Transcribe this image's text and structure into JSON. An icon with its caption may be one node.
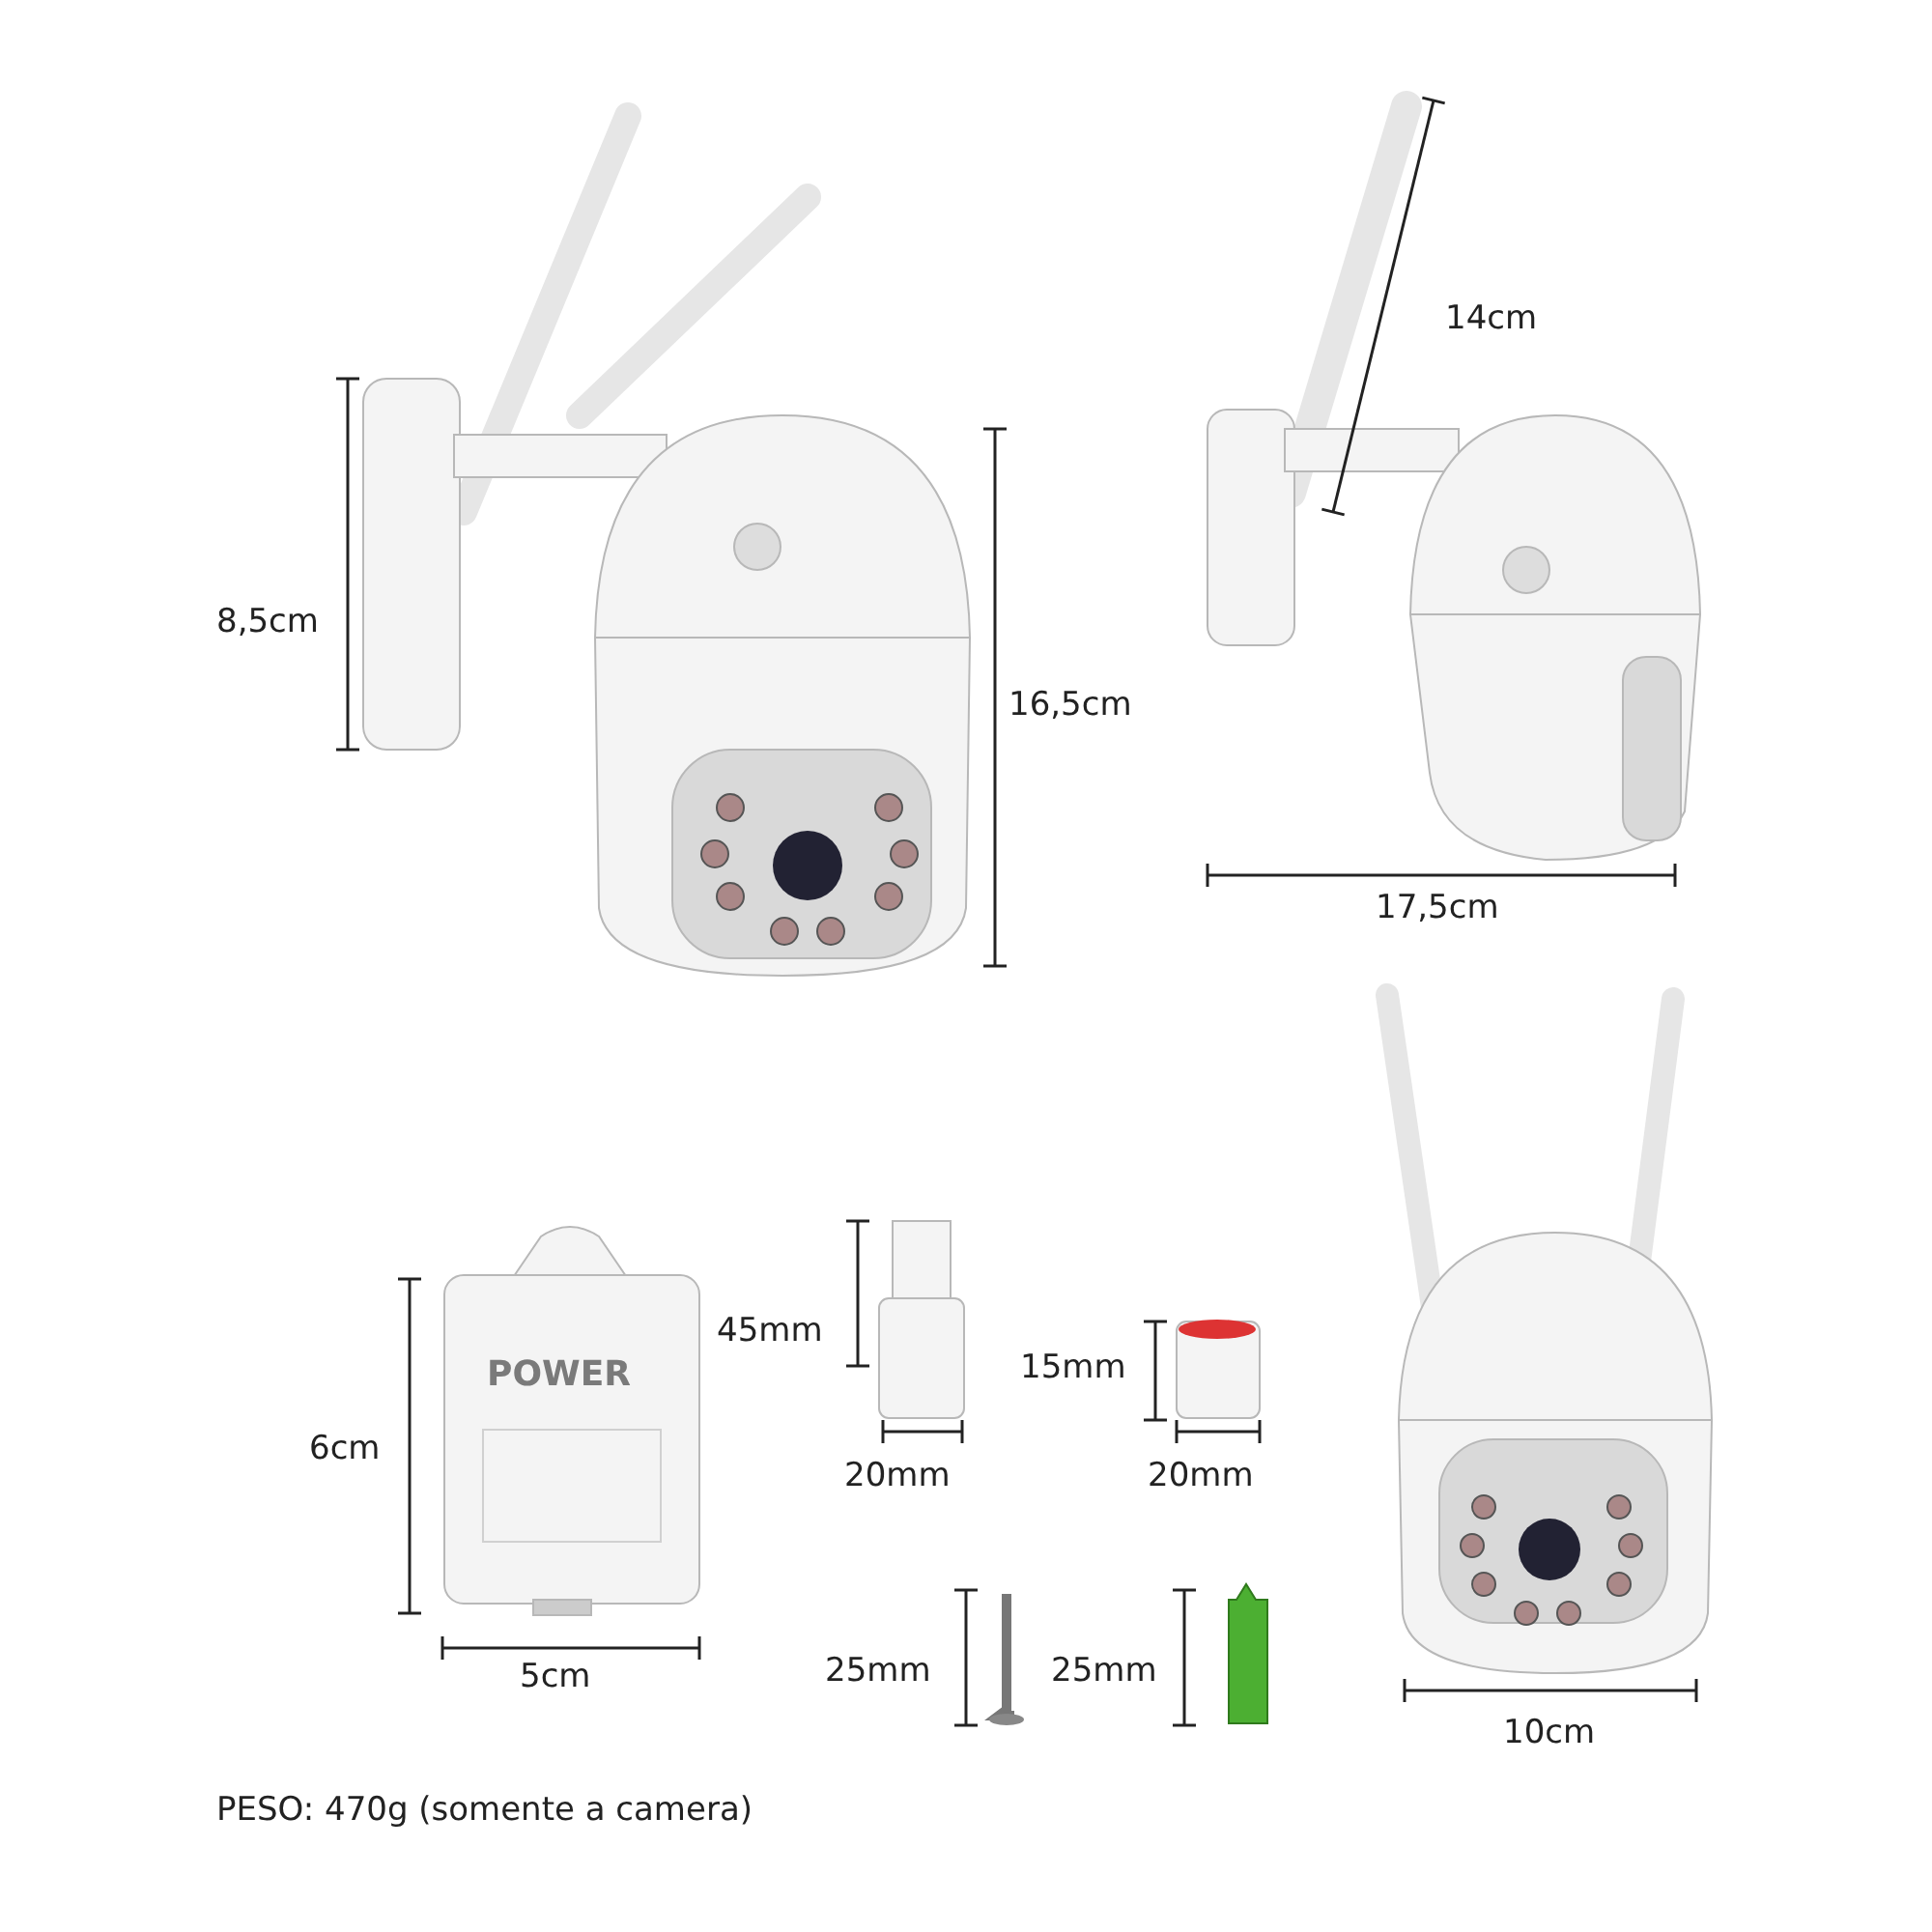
{
  "diagram": {
    "labels": [
      "14cm",
      "8,5cm",
      "16,5cm",
      "17,5cm",
      "45mm",
      "15mm",
      "POWER",
      "6cm",
      "20mm",
      "20mm",
      "25mm",
      "25mm",
      "5cm",
      "10cm",
      "PESO: 470g (somente a camera)"
    ]
  }
}
